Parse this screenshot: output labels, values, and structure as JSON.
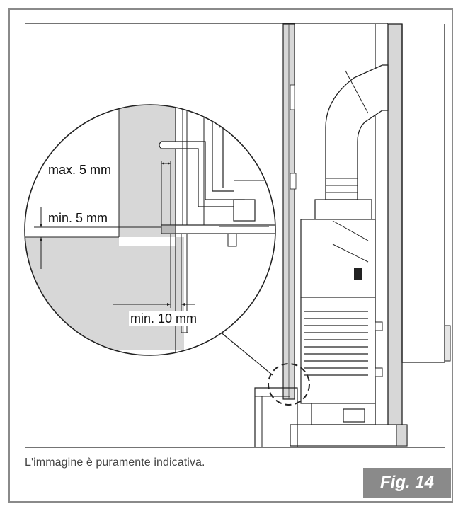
{
  "diagram": {
    "labels": {
      "max_gap": "max. 5 mm",
      "min_vertical": "min. 5 mm",
      "min_side": "min. 10 mm"
    }
  },
  "caption": "L'immagine è puramente indicativa.",
  "figure_label": "Fig. 14",
  "colors": {
    "wall_gray": "#d7d7d7",
    "line": "#222222",
    "fig_bg": "#8a8a8a"
  }
}
